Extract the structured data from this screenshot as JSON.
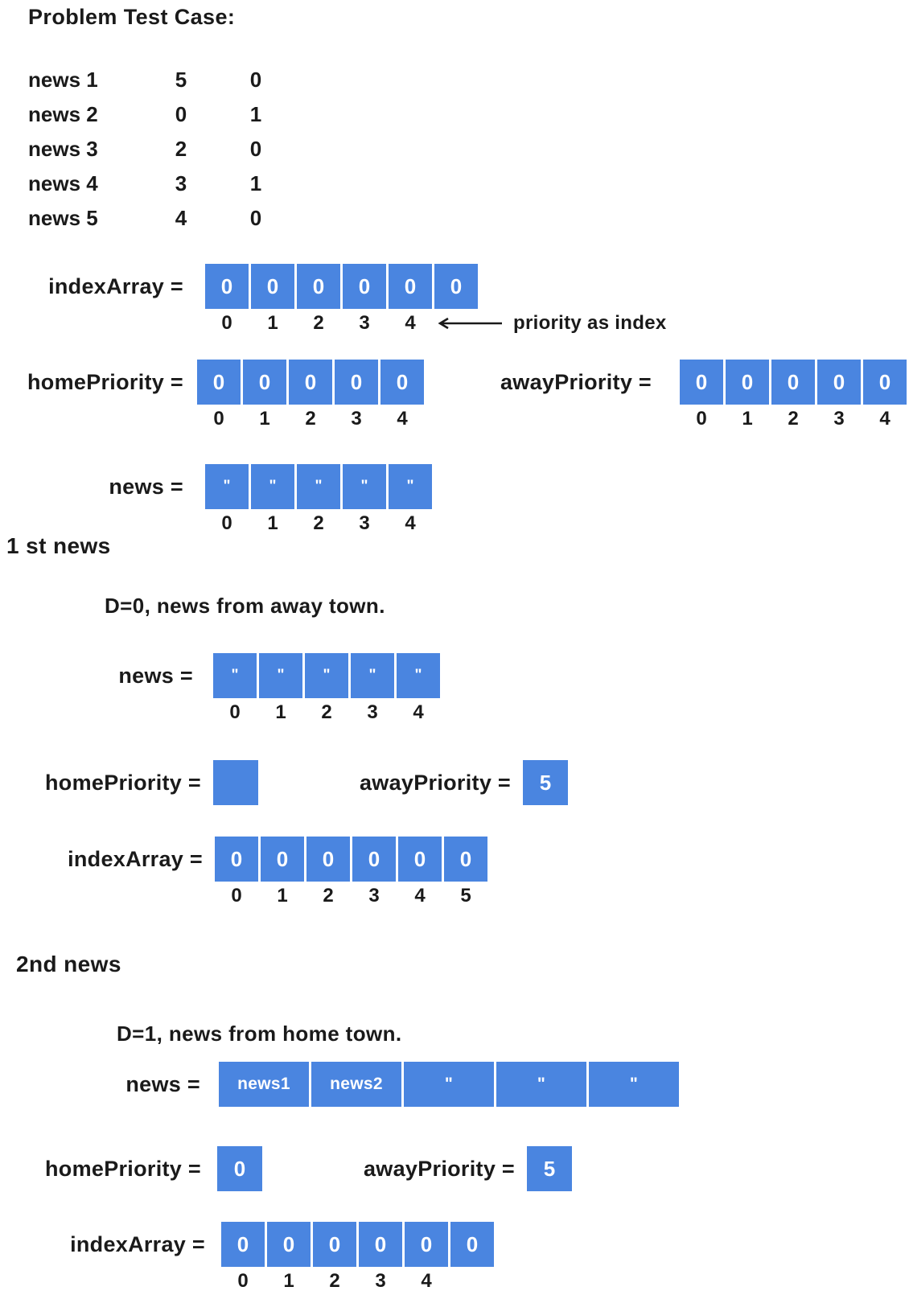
{
  "title": "Problem Test Case:",
  "colors": {
    "array_blue": "#4a85e0",
    "text_dark": "#1a1a1a",
    "cell_text": "#ffffff"
  },
  "labels": {
    "index_array": "indexArray =",
    "home_priority": "homePriority =",
    "away_priority": "awayPriority =",
    "news": "news ="
  },
  "table": {
    "rows": [
      {
        "name": "news 1",
        "home": "5",
        "away": "0"
      },
      {
        "name": "news 2",
        "home": "0",
        "away": "1"
      },
      {
        "name": "news 3",
        "home": "2",
        "away": "0"
      },
      {
        "name": "news 4",
        "home": "3",
        "away": "1"
      },
      {
        "name": "news 5",
        "home": "4",
        "away": "0"
      }
    ]
  },
  "problem": {
    "index_array": {
      "cells": [
        "0",
        "0",
        "0",
        "0",
        "0",
        "0"
      ],
      "indices": [
        "0",
        "1",
        "2",
        "3",
        "4"
      ],
      "annotation": "priority as index"
    },
    "home_priority": {
      "cells": [
        "0",
        "0",
        "0",
        "0",
        "0"
      ],
      "indices": [
        "0",
        "1",
        "2",
        "3",
        "4"
      ]
    },
    "away_priority": {
      "cells": [
        "0",
        "0",
        "0",
        "0",
        "0"
      ],
      "indices": [
        "0",
        "1",
        "2",
        "3",
        "4"
      ]
    },
    "news": {
      "cells": [
        "\"",
        "\"",
        "\"",
        "\"",
        "\""
      ],
      "indices": [
        "0",
        "1",
        "2",
        "3",
        "4"
      ]
    }
  },
  "step1": {
    "heading": "1 st news",
    "description": "D=0, news from away town.",
    "news": {
      "cells": [
        "\"",
        "\"",
        "\"",
        "\"",
        "\""
      ],
      "indices": [
        "0",
        "1",
        "2",
        "3",
        "4"
      ]
    },
    "home_priority_value": "",
    "away_priority_value": "5",
    "index_array": {
      "cells": [
        "0",
        "0",
        "0",
        "0",
        "0",
        "0"
      ],
      "indices": [
        "0",
        "1",
        "2",
        "3",
        "4",
        "5"
      ]
    }
  },
  "step2": {
    "heading": "2nd news",
    "description": "D=1, news from home town.",
    "news": {
      "cells": [
        "news1",
        "news2",
        "\"",
        "\"",
        "\""
      ]
    },
    "home_priority_value": "0",
    "away_priority_value": "5",
    "index_array": {
      "cells": [
        "0",
        "0",
        "0",
        "0",
        "0",
        "0"
      ],
      "indices": [
        "0",
        "1",
        "2",
        "3",
        "4"
      ]
    }
  }
}
